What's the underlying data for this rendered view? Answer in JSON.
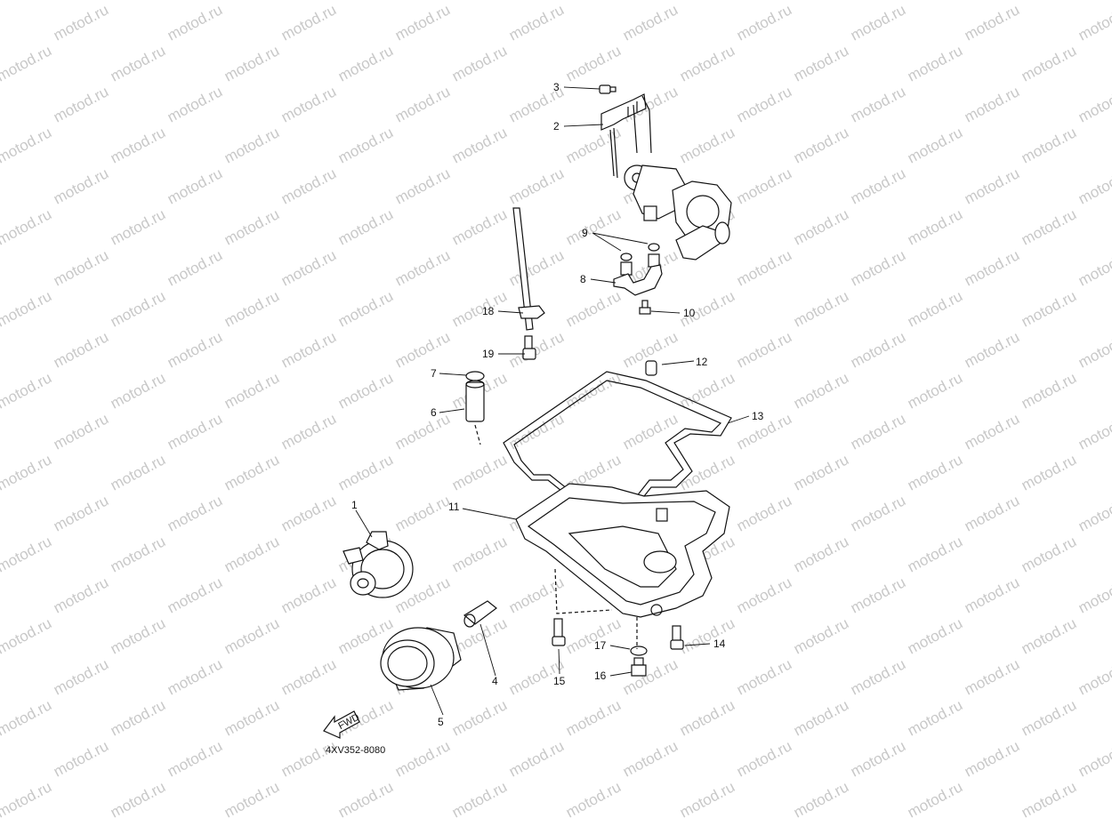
{
  "watermark": "motod.ru",
  "diagram_code": "4XV352-8080",
  "direction_label": "FWD",
  "callouts": [
    "1",
    "2",
    "3",
    "4",
    "5",
    "6",
    "7",
    "8",
    "9",
    "10",
    "11",
    "12",
    "13",
    "14",
    "15",
    "16",
    "17",
    "18",
    "19"
  ]
}
